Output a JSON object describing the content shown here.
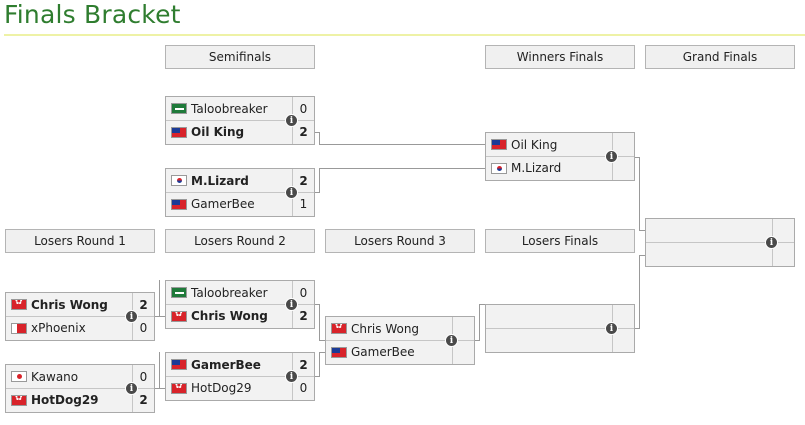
{
  "title": "Finals Bracket",
  "rounds": {
    "semifinals": "Semifinals",
    "winners_finals": "Winners Finals",
    "grand_finals": "Grand Finals",
    "losers_round_1": "Losers Round 1",
    "losers_round_2": "Losers Round 2",
    "losers_round_3": "Losers Round 3",
    "losers_finals": "Losers Finals"
  },
  "matches": {
    "sf1": {
      "top": {
        "name": "Taloobreaker",
        "score": "0",
        "flag": "saudi-arabia-flag"
      },
      "bottom": {
        "name": "Oil King",
        "score": "2",
        "flag": "taiwan-flag"
      }
    },
    "sf2": {
      "top": {
        "name": "M.Lizard",
        "score": "2",
        "flag": "south-korea-flag"
      },
      "bottom": {
        "name": "GamerBee",
        "score": "1",
        "flag": "taiwan-flag"
      }
    },
    "wf": {
      "top": {
        "name": "Oil King",
        "score": "",
        "flag": "taiwan-flag"
      },
      "bottom": {
        "name": "M.Lizard",
        "score": "",
        "flag": "south-korea-flag"
      }
    },
    "gf": {
      "top": {
        "name": "",
        "score": ""
      },
      "bottom": {
        "name": "",
        "score": ""
      }
    },
    "lr1a": {
      "top": {
        "name": "Chris Wong",
        "score": "2",
        "flag": "hong-kong-flag"
      },
      "bottom": {
        "name": "xPhoenix",
        "score": "0",
        "flag": "bahrain-flag"
      }
    },
    "lr1b": {
      "top": {
        "name": "Kawano",
        "score": "0",
        "flag": "japan-flag"
      },
      "bottom": {
        "name": "HotDog29",
        "score": "2",
        "flag": "hong-kong-flag"
      }
    },
    "lr2a": {
      "top": {
        "name": "Taloobreaker",
        "score": "0",
        "flag": "saudi-arabia-flag"
      },
      "bottom": {
        "name": "Chris Wong",
        "score": "2",
        "flag": "hong-kong-flag"
      }
    },
    "lr2b": {
      "top": {
        "name": "GamerBee",
        "score": "2",
        "flag": "taiwan-flag"
      },
      "bottom": {
        "name": "HotDog29",
        "score": "0",
        "flag": "hong-kong-flag"
      }
    },
    "lr3": {
      "top": {
        "name": "Chris Wong",
        "score": "",
        "flag": "hong-kong-flag"
      },
      "bottom": {
        "name": "GamerBee",
        "score": "",
        "flag": "taiwan-flag"
      }
    },
    "lf": {
      "top": {
        "name": "",
        "score": ""
      },
      "bottom": {
        "name": "",
        "score": ""
      }
    }
  },
  "icons": {
    "match_info": "info-icon"
  },
  "colors": {
    "title": "#2f7d2f",
    "title_rule": "#eef2a6",
    "cell_bg": "#f2f2f2",
    "border": "#aaaaaa"
  }
}
